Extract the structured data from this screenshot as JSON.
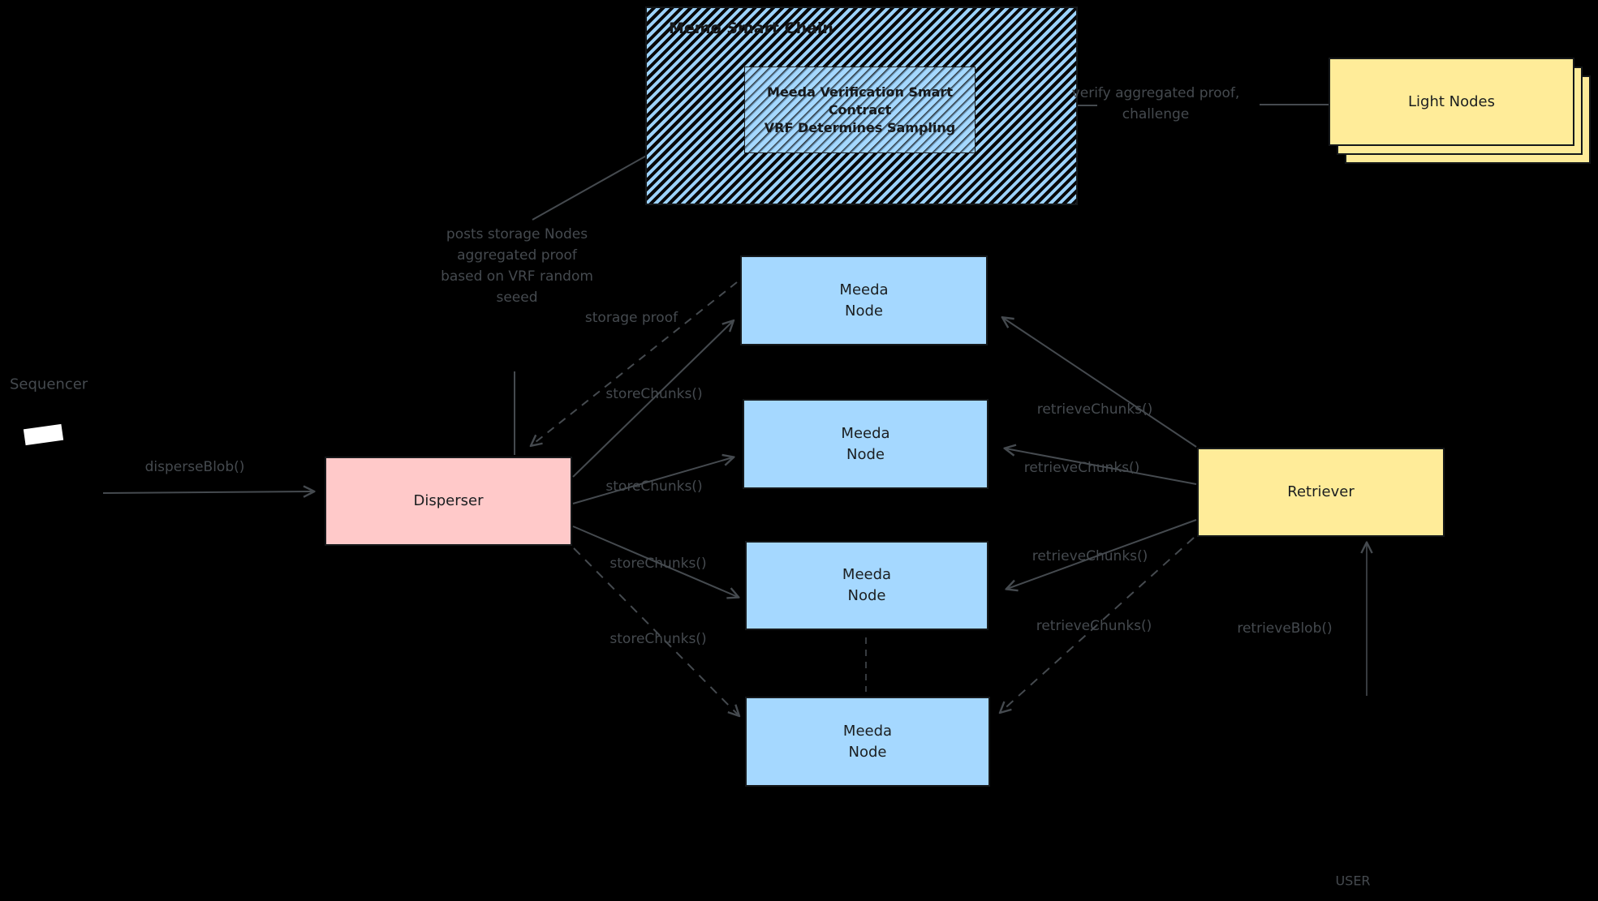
{
  "chain": {
    "title": "Memo Smart Chain",
    "contract_line1": "Meeda Verification Smart",
    "contract_line2": "Contract",
    "contract_line3": "VRF Determines Sampling"
  },
  "light_nodes": {
    "label": "Light Nodes"
  },
  "sequencer": {
    "label": "Sequencer"
  },
  "disperser": {
    "label": "Disperser"
  },
  "retriever": {
    "label": "Retriever"
  },
  "meeda_node": {
    "line1": "Meeda",
    "line2": "Node"
  },
  "user": {
    "label": "USER"
  },
  "edges": {
    "disperse_blob": "disperseBlob()",
    "store_chunks": "storeChunks()",
    "retrieve_chunks": "retrieveChunks()",
    "retrieve_blob": "retrieveBlob()",
    "storage_proof": "storage proof",
    "posts_line1": "posts storage Nodes",
    "posts_line2": "aggregated proof",
    "posts_line3": "based on VRF random",
    "posts_line4": "seeed",
    "verify_line1": "verify aggregated proof,",
    "verify_line2": "challenge"
  },
  "colors": {
    "node_fill": "#a5d8ff",
    "disperser_fill": "#ffc9c9",
    "yellow_fill": "#ffec99",
    "stroke": "#1e1e1e",
    "label_gray": "#454a4f",
    "background": "#000000"
  }
}
